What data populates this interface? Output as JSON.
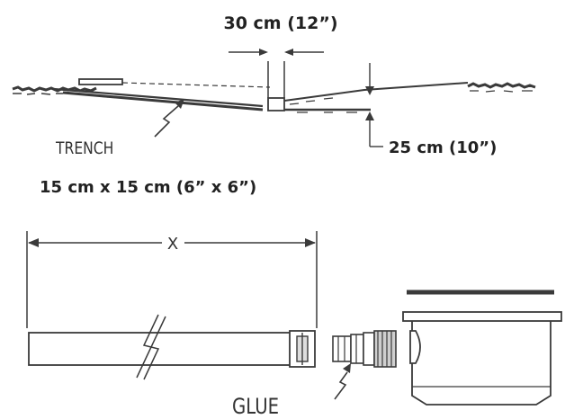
{
  "trench_diagram": {
    "top_width_label": "30 cm (12”)",
    "depth_label": "25 cm (10”)",
    "trench_label": "TRENCH",
    "trench_size_label": "15 cm x 15 cm (6” x 6”)"
  },
  "pipe_diagram": {
    "length_label": "X",
    "glue_label": "GLUE"
  }
}
